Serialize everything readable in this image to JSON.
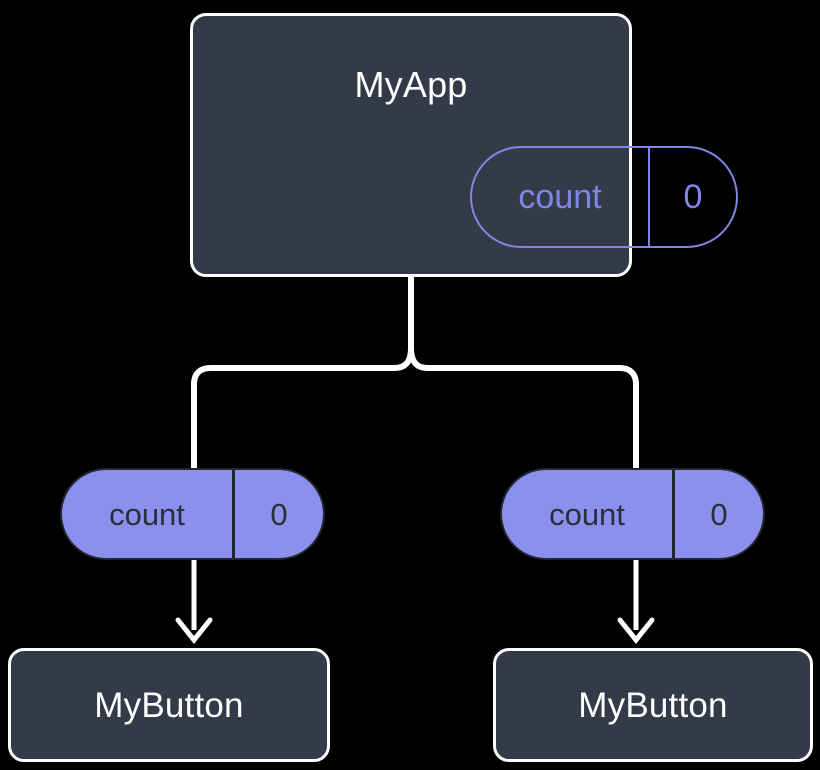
{
  "diagram": {
    "title": "component-state-tree",
    "colors": {
      "background": "#000000",
      "component_fill": "#343b48",
      "component_border": "#fdfdfd",
      "component_label": "#ffffff",
      "state_outline": "#8186e6",
      "state_fill": "#8b90ee",
      "state_text_dark": "#2b2f38",
      "edge": "#ffffff"
    },
    "root": {
      "component_label": "MyApp",
      "state": {
        "key": "count",
        "value": "0"
      }
    },
    "children": [
      {
        "state": {
          "key": "count",
          "value": "0"
        },
        "component_label": "MyButton"
      },
      {
        "state": {
          "key": "count",
          "value": "0"
        },
        "component_label": "MyButton"
      }
    ],
    "edges": {
      "tree_connector": "root-splits-to-two-children",
      "arrow_left": "state-to-mybutton-left",
      "arrow_right": "state-to-mybutton-right"
    }
  }
}
